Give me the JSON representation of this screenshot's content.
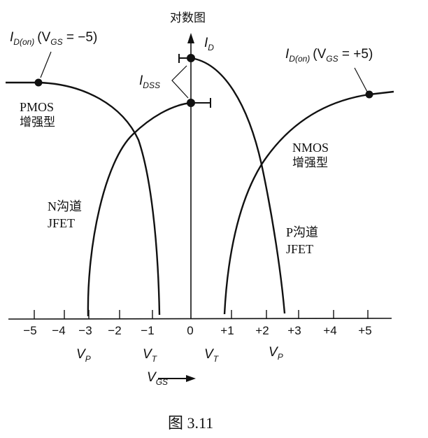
{
  "chart_data": {
    "type": "line",
    "title": "",
    "caption": "图 3.11",
    "xlabel": "V_GS",
    "ylabel": "I_D",
    "y_scale_note": "对数图",
    "xlim": [
      -5.5,
      6
    ],
    "x_ticks": [
      -5,
      -4,
      -3,
      -2,
      -1,
      0,
      1,
      2,
      3,
      4,
      5
    ],
    "x_tick_labels": [
      "−5",
      "−4",
      "−3",
      "−2",
      "−1",
      "0",
      "+1",
      "+2",
      "+3",
      "+4",
      "+5"
    ],
    "grid": false,
    "legend": "none (curves labeled inline)",
    "series": [
      {
        "name": "PMOS 增强型",
        "x_range": [
          -5.5,
          -0.8
        ],
        "threshold": {
          "label": "V_T",
          "x": -0.8
        },
        "marked_point": {
          "x": -5,
          "label": "I_D(on) (V_GS = −5)"
        }
      },
      {
        "name": "N沟道 JFET",
        "x_range": [
          -3,
          0
        ],
        "pinchoff": {
          "label": "V_P",
          "x": -3
        },
        "marked_point": {
          "x": 0,
          "label": "I_DSS"
        }
      },
      {
        "name": "P沟道 JFET",
        "x_range": [
          0,
          2.7
        ],
        "pinchoff": {
          "label": "V_P",
          "x": 2.7
        },
        "marked_point": {
          "x": 0,
          "label": "I_DSS"
        }
      },
      {
        "name": "NMOS 增强型",
        "x_range": [
          0.9,
          5.7
        ],
        "threshold": {
          "label": "V_T",
          "x": 0.9
        },
        "marked_point": {
          "x": 5,
          "label": "I_D(on) (V_GS = +5)"
        }
      }
    ],
    "annotations": [
      "I_D(on) (V_GS = −5)",
      "I_D(on) (V_GS = +5)",
      "I_DSS",
      "V_P",
      "V_T",
      "V_T",
      "V_P"
    ]
  },
  "labels": {
    "y_scale": "对数图",
    "y_axis": {
      "main": "I",
      "sub": "D"
    },
    "idon_left": {
      "main": "I",
      "sub": "D(on)",
      "cond_main": "(V",
      "cond_sub": "GS",
      "cond_tail": " = −5)"
    },
    "idon_right": {
      "main": "I",
      "sub": "D(on)",
      "cond_main": "(V",
      "cond_sub": "GS",
      "cond_tail": " = +5)"
    },
    "idss": {
      "main": "I",
      "sub": "DSS"
    },
    "pmos": {
      "line1": "PMOS",
      "line2": "增强型"
    },
    "nmos": {
      "line1": "NMOS",
      "line2": "增强型"
    },
    "njfet": {
      "line1": "N沟道",
      "line2": "JFET"
    },
    "pjfet": {
      "line1": "P沟道",
      "line2": "JFET"
    },
    "vp_left": {
      "main": "V",
      "sub": "P"
    },
    "vt_left": {
      "main": "V",
      "sub": "T"
    },
    "vt_right": {
      "main": "V",
      "sub": "T"
    },
    "vp_right": {
      "main": "V",
      "sub": "P"
    },
    "x_axis": {
      "main": "V",
      "sub": "GS"
    },
    "caption": "图 3.11"
  },
  "ticks": [
    "−5",
    "−4",
    "−3",
    "−2",
    "−1",
    "0",
    "+1",
    "+2",
    "+3",
    "+4",
    "+5"
  ],
  "colors": {
    "ink": "#111111",
    "background": "#ffffff"
  }
}
